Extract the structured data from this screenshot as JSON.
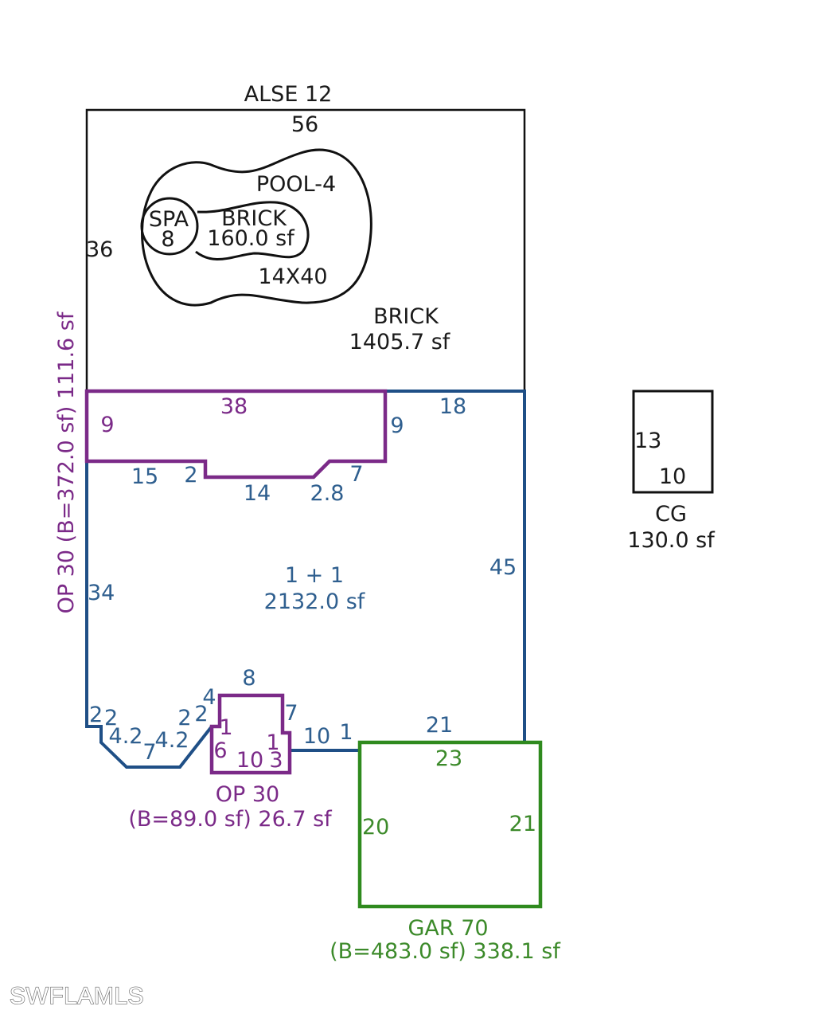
{
  "colors": {
    "black": "#111111",
    "blue": "#1f4f86",
    "purple": "#7b2a88",
    "green": "#2f8a1e"
  },
  "alse": {
    "title": "ALSE 12",
    "top": "56",
    "left": "36",
    "area_label": "BRICK",
    "area": "1405.7 sf"
  },
  "pool": {
    "name": "POOL-4",
    "size": "14X40",
    "spa_label": "SPA",
    "spa_num": "8",
    "inner_label": "BRICK",
    "inner_area": "160.0 sf"
  },
  "op_left": {
    "title": "OP 30 (B=372.0 sf) 111.6 sf",
    "top": "38",
    "left": "9",
    "right": "9"
  },
  "main": {
    "name": "1 + 1",
    "area": "2132.0 sf",
    "d18": "18",
    "d15": "15",
    "d2a": "2",
    "d14": "14",
    "d28": "2.8",
    "d7a": "7",
    "d45": "45",
    "d34": "34",
    "d8": "8",
    "d4": "4",
    "d2b": "2",
    "d2c": "2",
    "d42a": "4.2",
    "d7b": "7",
    "d42b": "4.2",
    "d2d": "2",
    "d2e": "2",
    "d10": "10",
    "d1": "1",
    "d21": "21"
  },
  "op_front": {
    "title": "OP 30",
    "subtitle": "(B=89.0 sf) 26.7 sf",
    "d7": "7",
    "d1a": "1",
    "d6": "6",
    "d1b": "1",
    "d10": "10",
    "d3": "3"
  },
  "garage": {
    "title": "GAR 70",
    "subtitle": "(B=483.0 sf) 338.1 sf",
    "top": "23",
    "left": "20",
    "right": "21"
  },
  "cg": {
    "title": "CG",
    "area": "130.0 sf",
    "d13": "13",
    "d10": "10"
  },
  "watermark": "SWFLAMLS"
}
